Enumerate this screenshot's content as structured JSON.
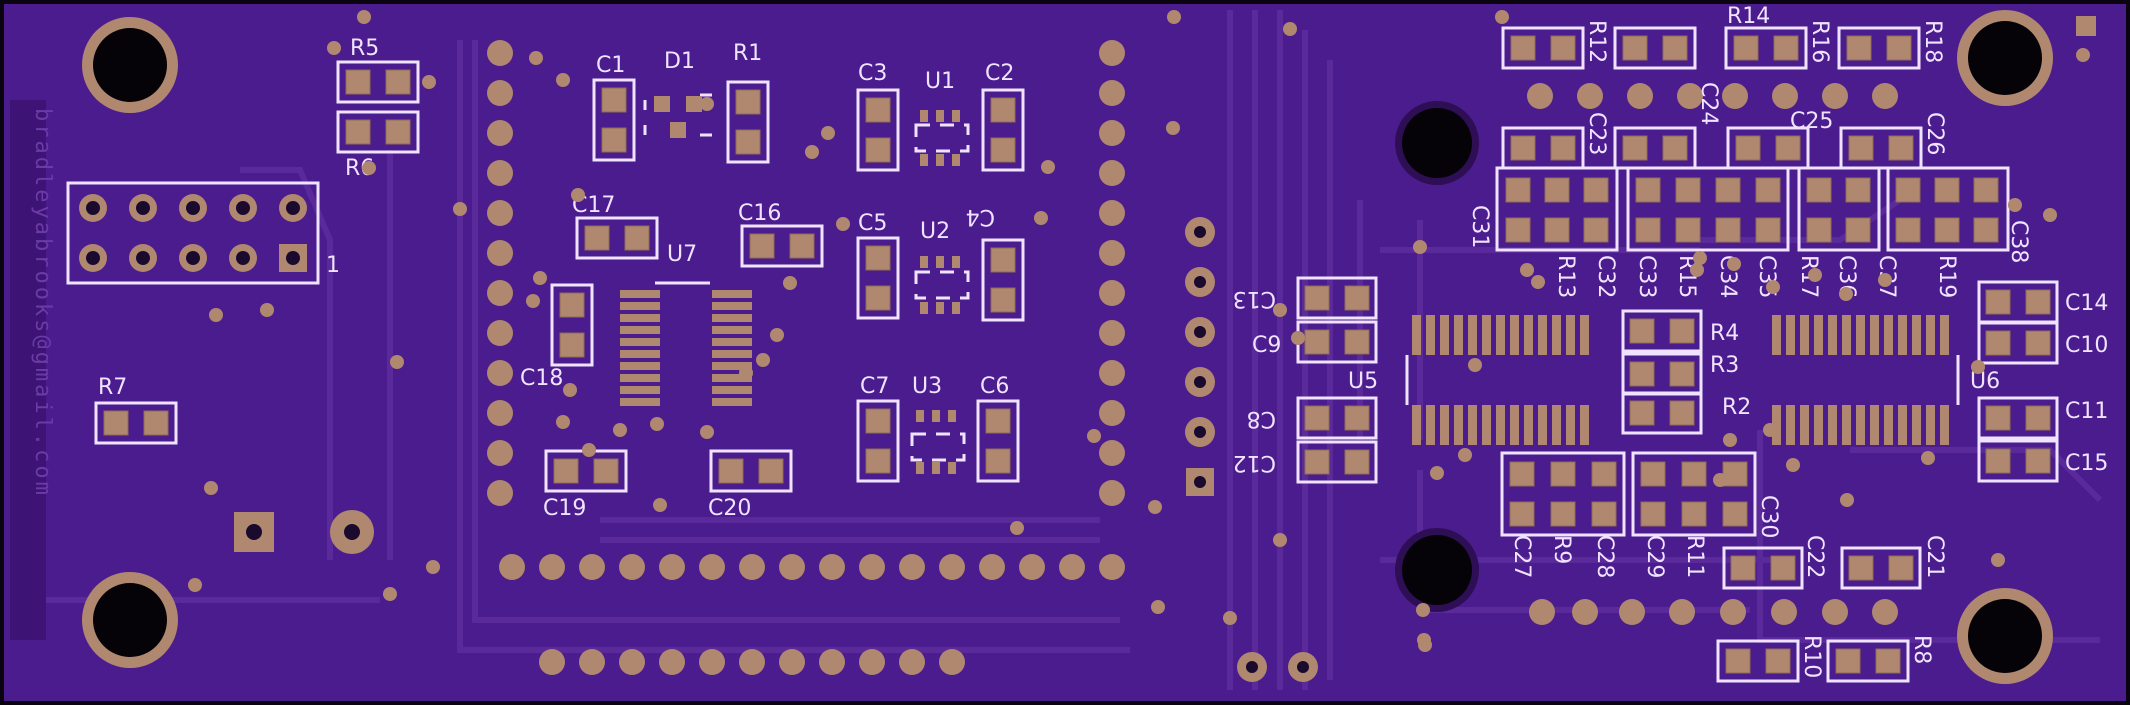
{
  "board": {
    "watermark": "bradleyabrooks@gmail.com",
    "colors": {
      "substrate": "#4b1c8d",
      "substrate_dark": "#3d1475",
      "trace": "#5a2a9b",
      "pad": "#b08870",
      "pad_edge": "#8f6a52",
      "silk": "#efe3ff",
      "hole": "#050307",
      "frame": "#09040f"
    }
  },
  "labels": {
    "R5": "R5",
    "R6": "R6",
    "R7": "R7",
    "C1": "C1",
    "D1": "D1",
    "R1": "R1",
    "C3": "C3",
    "U1": "U1",
    "C2": "C2",
    "C17": "C17",
    "U7": "U7",
    "C16": "C16",
    "C5": "C5",
    "U2": "U2",
    "C4": "C4",
    "C18": "C18",
    "C7": "C7",
    "U3": "U3",
    "C6": "C6",
    "C19": "C19",
    "C20": "C20",
    "R12": "R12",
    "R14": "R14",
    "R16": "R16",
    "R18": "R18",
    "C23": "C23",
    "C24": "C24",
    "C25": "C25",
    "C26": "C26",
    "C31": "C31",
    "R13": "R13",
    "C32": "C32",
    "C33": "C33",
    "R15": "R15",
    "C34": "C34",
    "C35": "C35",
    "R17": "R17",
    "C36": "C36",
    "C37": "C37",
    "R19": "R19",
    "C38": "C38",
    "C13": "C13",
    "C9": "C9",
    "C8": "C8",
    "C12": "C12",
    "U5": "U5",
    "U6": "U6",
    "R4": "R4",
    "R3": "R3",
    "R2": "R2",
    "C14": "C14",
    "C10": "C10",
    "C11": "C11",
    "C15": "C15",
    "C27": "C27",
    "R9": "R9",
    "C28": "C28",
    "C29": "C29",
    "R11": "R11",
    "C30": "C30",
    "C22": "C22",
    "C21": "C21",
    "R10": "R10",
    "R8": "R8",
    "pin1": "1"
  }
}
